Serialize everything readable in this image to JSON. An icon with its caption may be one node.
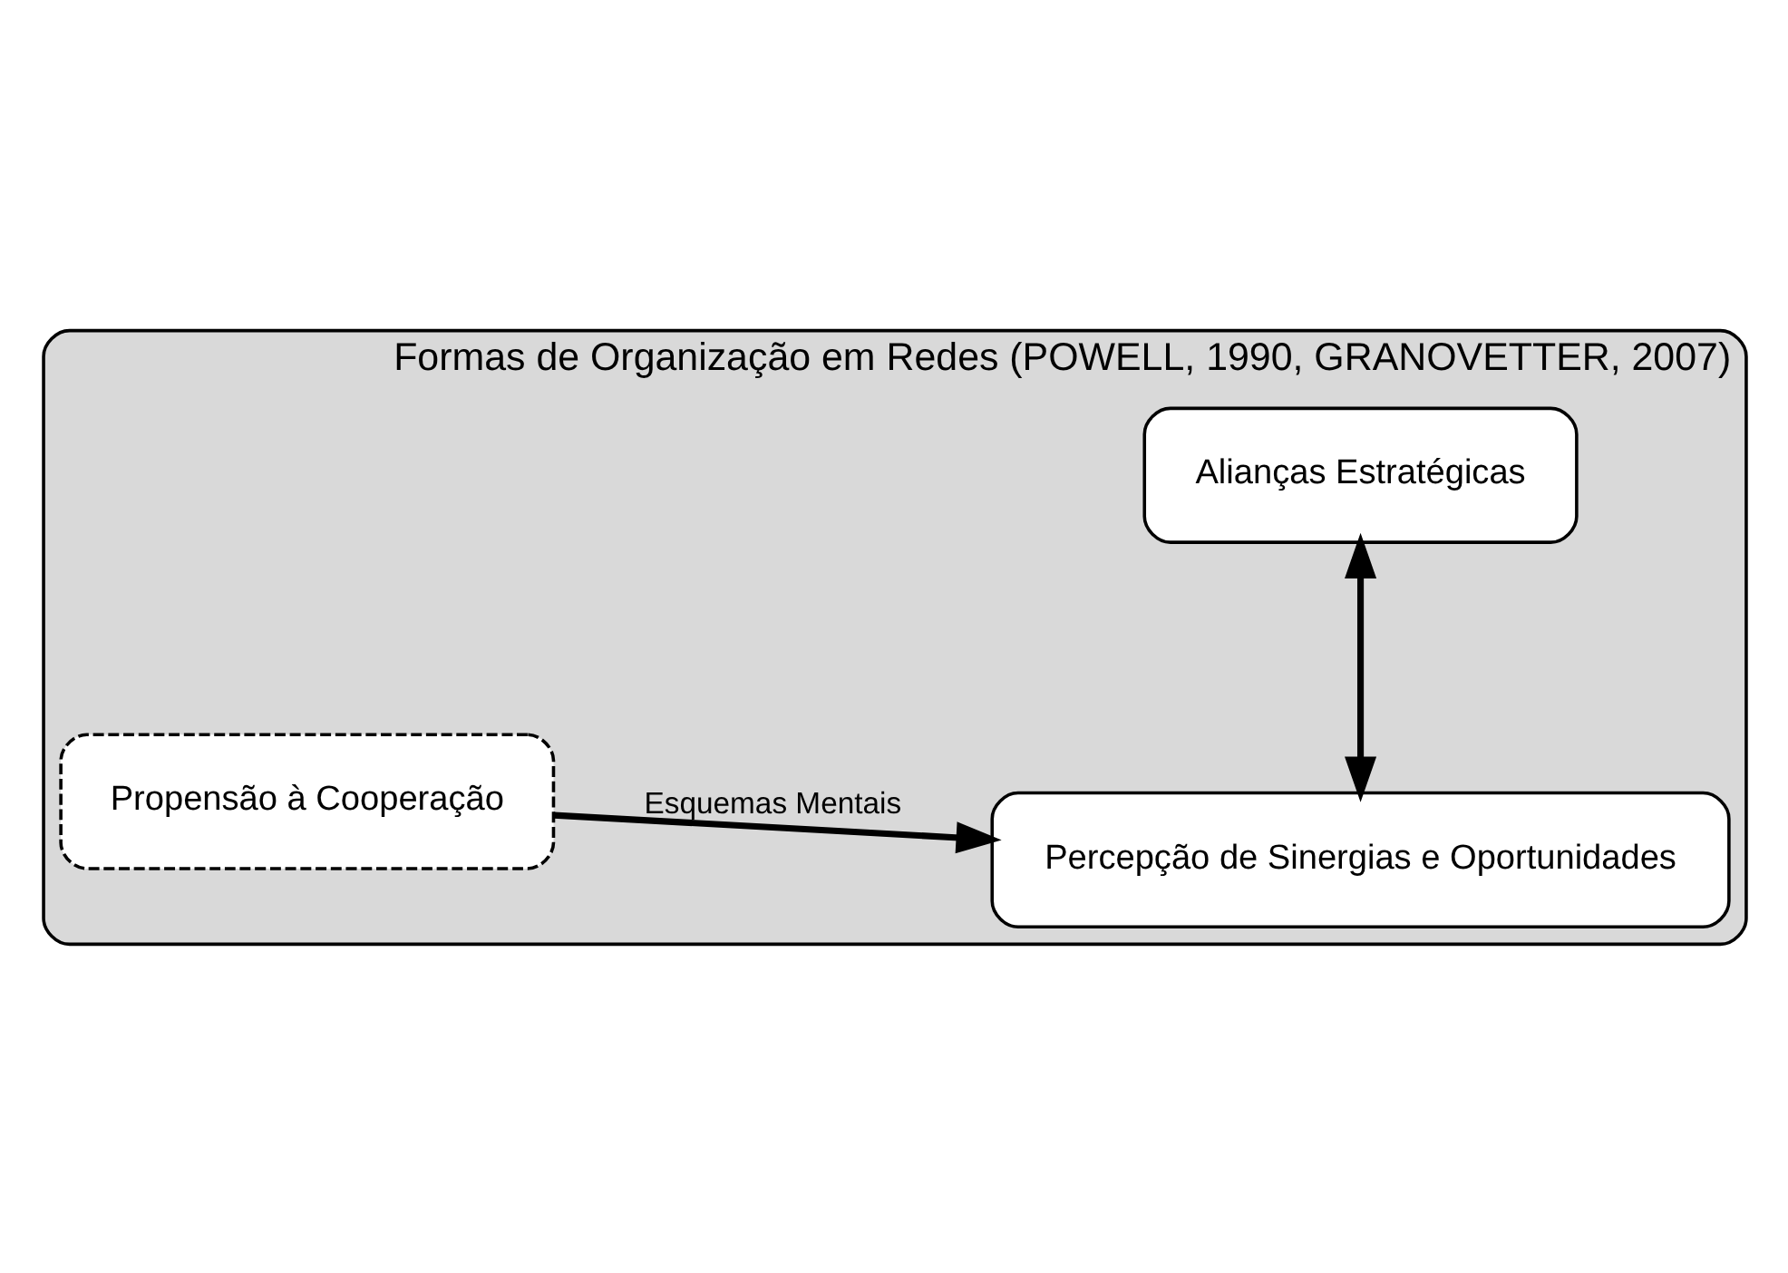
{
  "diagram": {
    "nodes": [
      {
        "text": [
          "Formas de Organização em Redes (POWELL, 1990, GRANOVETTER, 2007)"
        ]
      },
      {
        "text": [
          "Propensão à Cooperação"
        ],
        "in": 0
      },
      {
        "text": [
          "Percepção de Sinergias e Oportunidades"
        ],
        "in": 0
      },
      {
        "text": [
          "Alianças Estratégicas"
        ],
        "in": 0
      }
    ],
    "edges": [
      {
        "from": 1,
        "to": 2,
        "arrow": "to",
        "label": "Esquemas Mentais"
      },
      {
        "from": 2,
        "to": 3,
        "arrow": "both"
      }
    ]
  }
}
